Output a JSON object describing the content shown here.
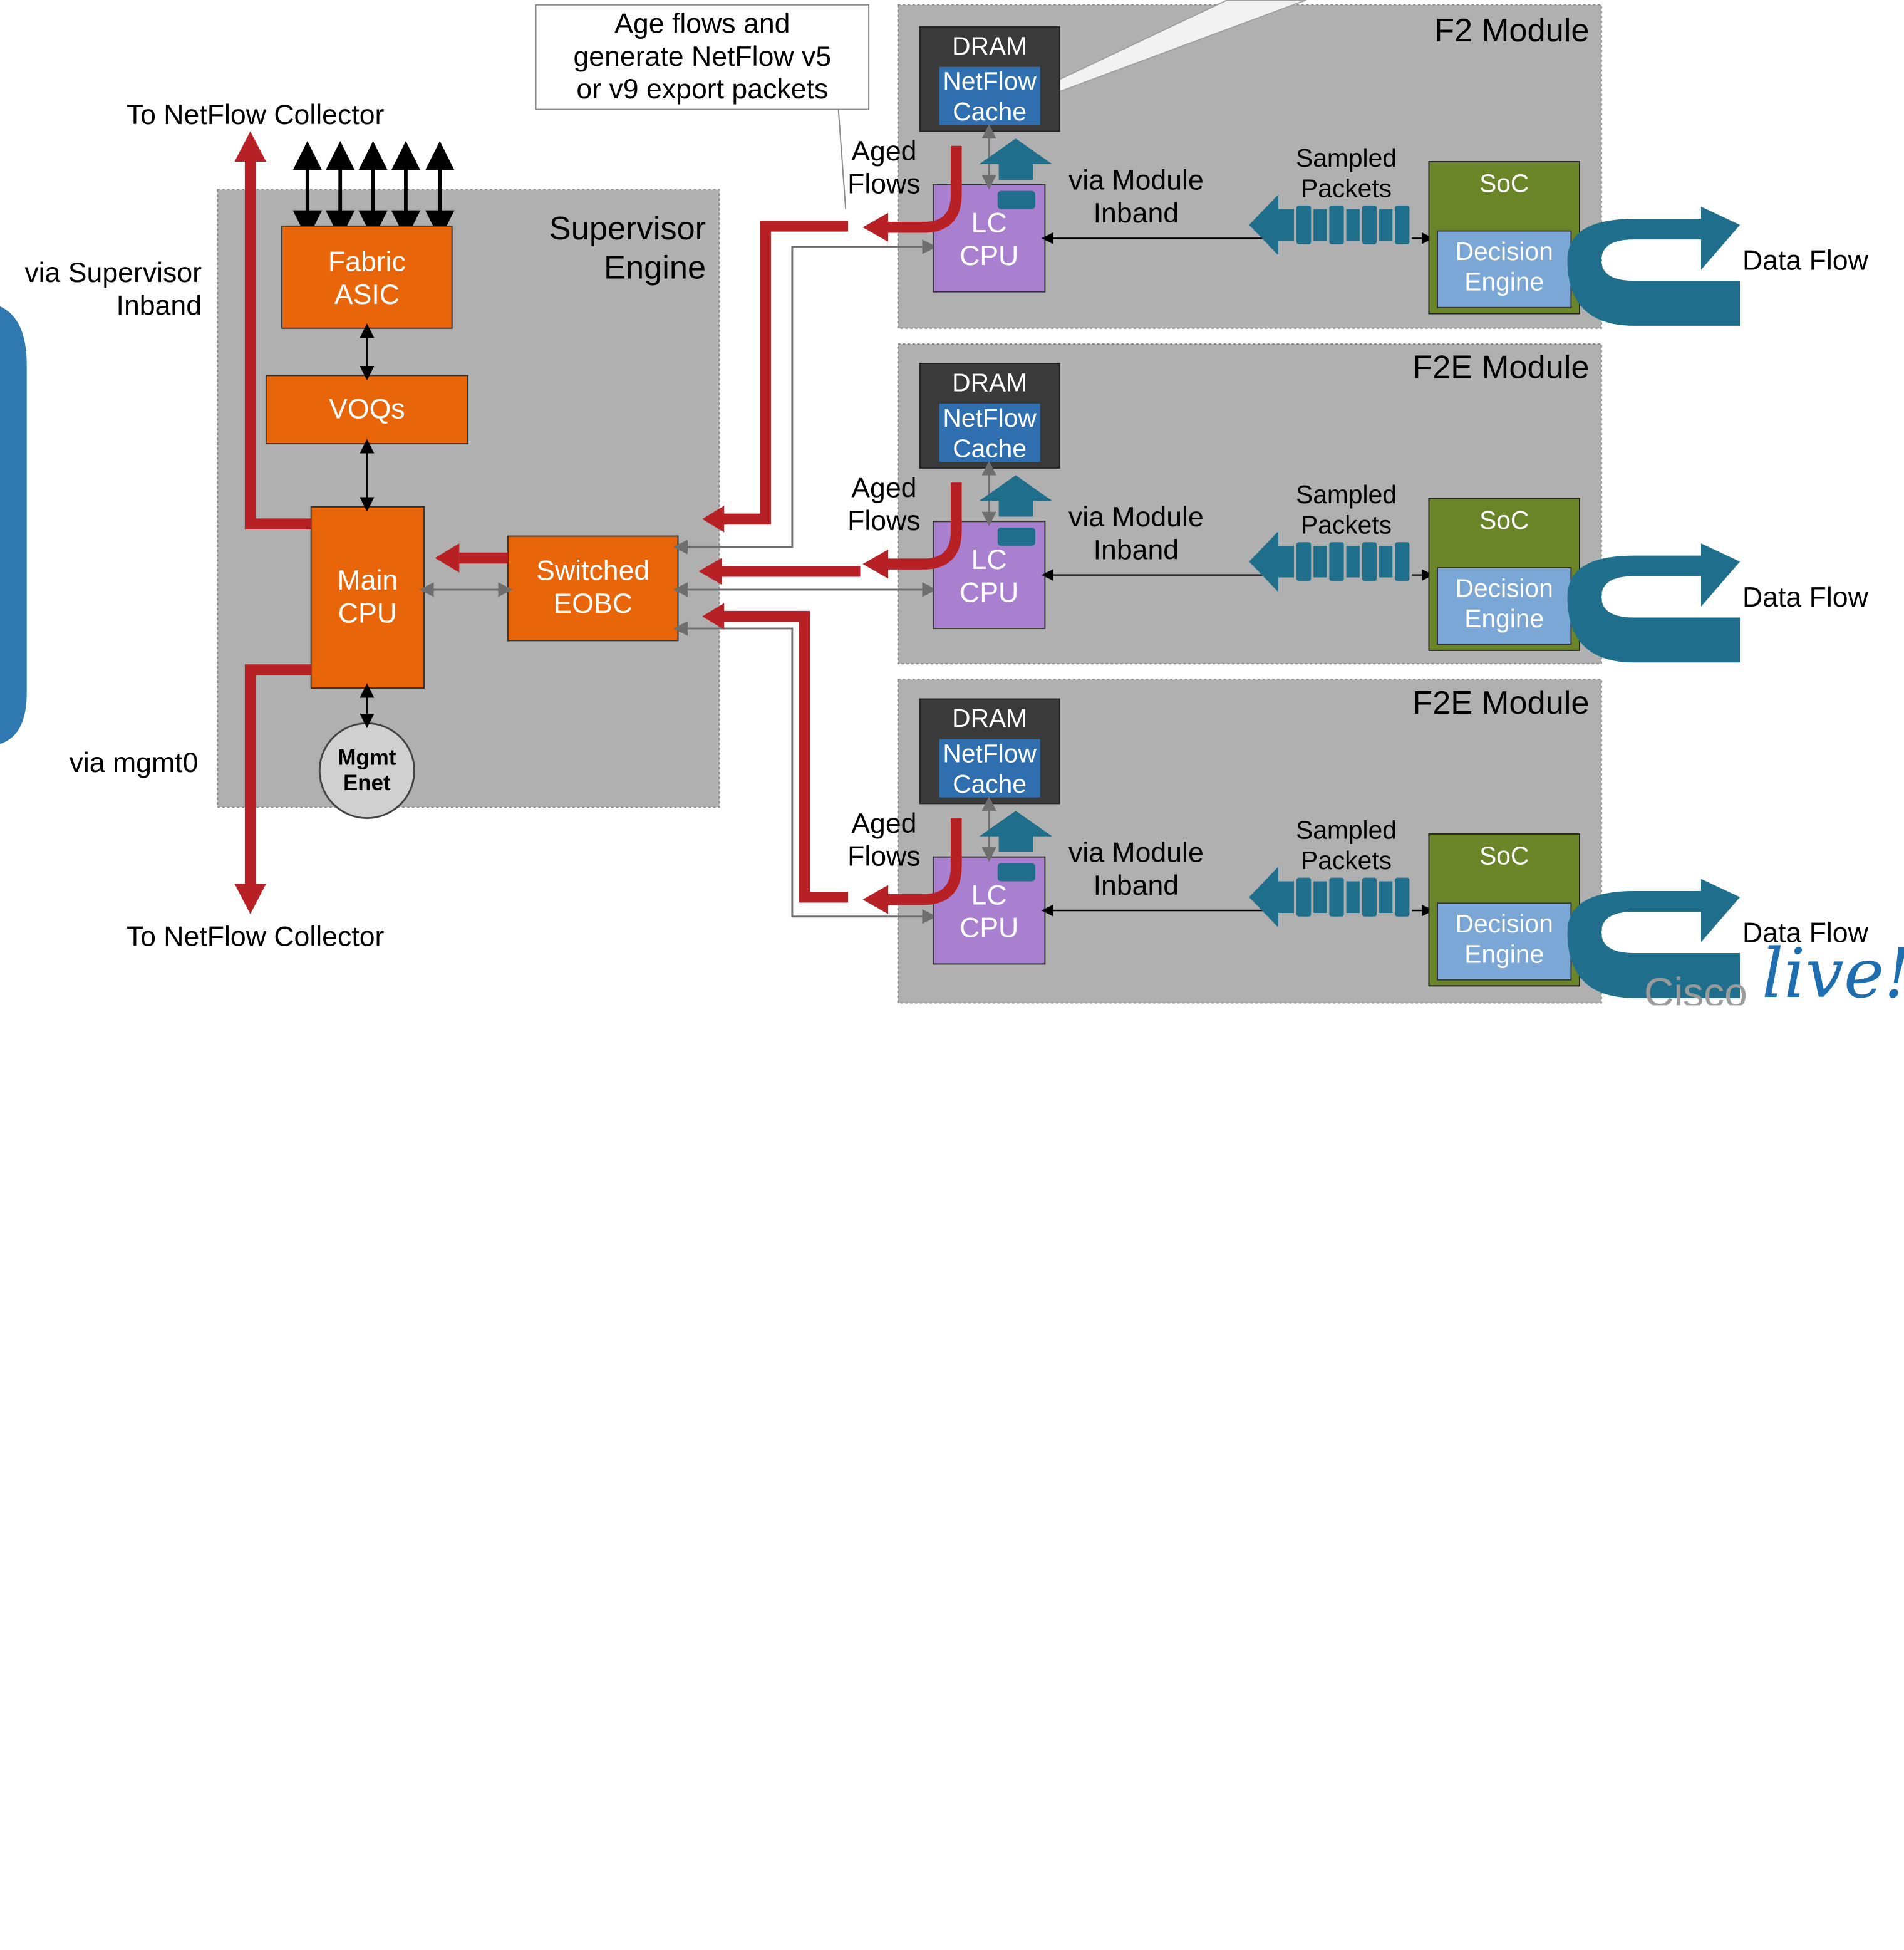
{
  "colors": {
    "panel": "#b0b0b0",
    "orange": "#e8650a",
    "purple": "#a97fd0",
    "dark": "#3a3a3a",
    "cache_blue": "#2f6fb0",
    "soc_green": "#6a8428",
    "decision_blue": "#7aa7d6",
    "teal": "#1f6e8c",
    "red": "#b72024"
  },
  "supervisor": {
    "title": "Supervisor\nEngine",
    "fabric_asic": "Fabric\nASIC",
    "voqs": "VOQs",
    "main_cpu": "Main\nCPU",
    "switched_eobc": "Switched\nEOBC",
    "mgmt_enet": "Mgmt\nEnet"
  },
  "outside": {
    "collector_top": "To NetFlow Collector",
    "collector_bottom": "To NetFlow Collector",
    "via_supervisor_inband": "via Supervisor\nInband",
    "via_mgmt0": "via mgmt0"
  },
  "callout": {
    "text": "Age flows and\ngenerate NetFlow v5\nor v9 export packets"
  },
  "modules": [
    {
      "title": "F2 Module",
      "dram": "DRAM",
      "cache": "NetFlow\nCache",
      "lc_cpu": "LC\nCPU",
      "aged_flows": "Aged\nFlows",
      "via_module_inband": "via Module\nInband",
      "sampled_packets": "Sampled\nPackets",
      "soc": "SoC",
      "decision_engine": "Decision\nEngine",
      "data_flow": "Data Flow"
    },
    {
      "title": "F2E Module",
      "dram": "DRAM",
      "cache": "NetFlow\nCache",
      "lc_cpu": "LC\nCPU",
      "aged_flows": "Aged\nFlows",
      "via_module_inband": "via Module\nInband",
      "sampled_packets": "Sampled\nPackets",
      "soc": "SoC",
      "decision_engine": "Decision\nEngine",
      "data_flow": "Data Flow"
    },
    {
      "title": "F2E Module",
      "dram": "DRAM",
      "cache": "NetFlow\nCache",
      "lc_cpu": "LC\nCPU",
      "aged_flows": "Aged\nFlows",
      "via_module_inband": "via Module\nInband",
      "sampled_packets": "Sampled\nPackets",
      "soc": "SoC",
      "decision_engine": "Decision\nEngine",
      "data_flow": "Data Flow"
    }
  ],
  "logo": {
    "text": "Cisco live!"
  }
}
